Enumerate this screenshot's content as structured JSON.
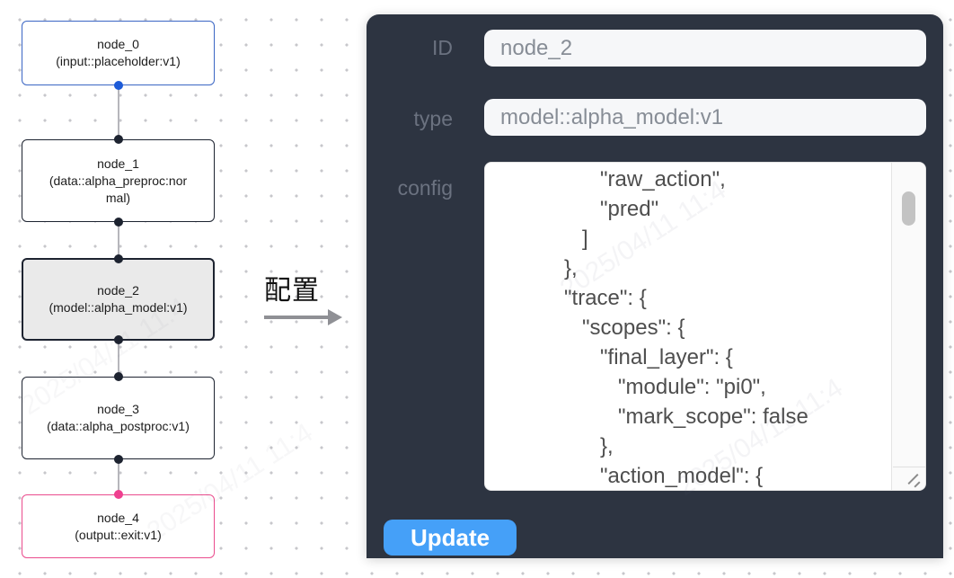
{
  "flow": {
    "nodes": [
      {
        "name": "node_0",
        "type_label": "(input::placeholder:v1)",
        "kind": "input",
        "selected": false
      },
      {
        "name": "node_1",
        "type_label": "(data::alpha_preproc:normal)",
        "kind": "data",
        "selected": false
      },
      {
        "name": "node_2",
        "type_label": "(model::alpha_model:v1)",
        "kind": "model",
        "selected": true
      },
      {
        "name": "node_3",
        "type_label": "(data::alpha_postproc:v1)",
        "kind": "data",
        "selected": false
      },
      {
        "name": "node_4",
        "type_label": "(output::exit:v1)",
        "kind": "output",
        "selected": false
      }
    ]
  },
  "transfer": {
    "label": "配置"
  },
  "panel": {
    "fields": [
      {
        "label": "ID",
        "value": "node_2"
      },
      {
        "label": "type",
        "value": "model::alpha_model:v1"
      }
    ],
    "config": {
      "label": "config",
      "lines": [
        "                  \"raw_action\",",
        "                  \"pred\"",
        "               ]",
        "            },",
        "            \"trace\": {",
        "               \"scopes\": {",
        "                  \"final_layer\": {",
        "                     \"module\": \"pi0\",",
        "                     \"mark_scope\": false",
        "                  },",
        "                  \"action_model\": {"
      ]
    },
    "update_label": "Update"
  },
  "watermark": {
    "text": "2025/04/11 11:4"
  },
  "colors": {
    "panel_bg": "#2d3441",
    "accent_button": "#45a0f8",
    "input_node_border": "#3b66c4",
    "input_node_handle": "#1d5bd8",
    "output_node_border": "#ea4c8d",
    "output_node_handle": "#ef3f8f",
    "default_node_border": "#1d2330",
    "selected_node_bg": "#eaeaea",
    "edge": "#b6b6bc"
  }
}
